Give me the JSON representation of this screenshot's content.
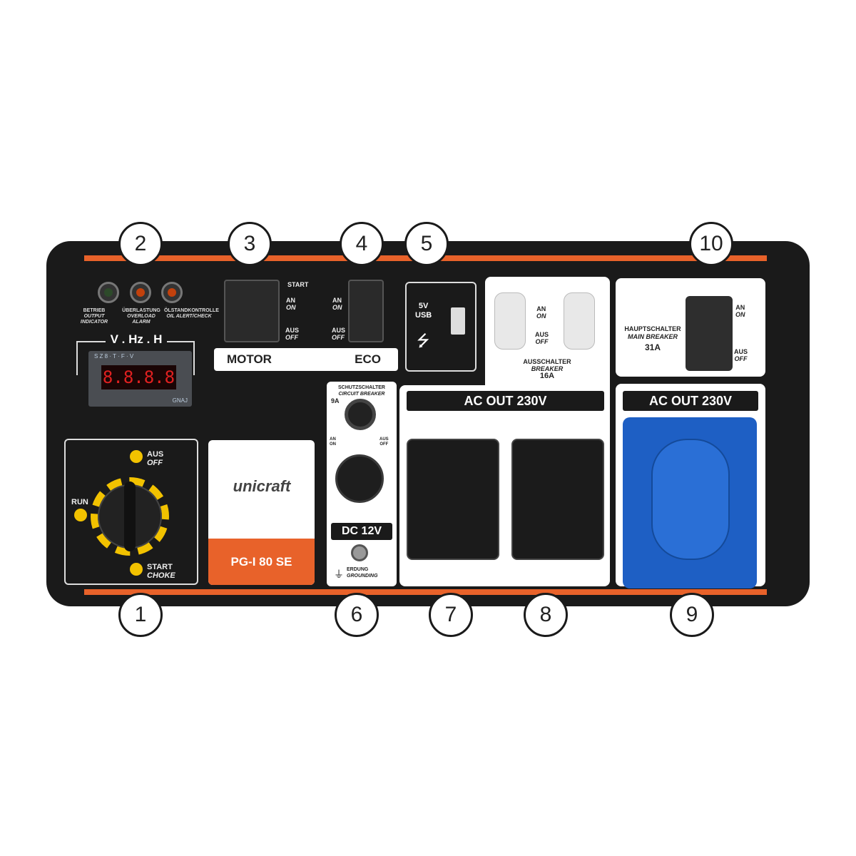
{
  "callouts": [
    "1",
    "2",
    "3",
    "4",
    "5",
    "6",
    "7",
    "8",
    "9",
    "10"
  ],
  "indicators": [
    {
      "de": "BETRIEB",
      "en": "OUTPUT INDICATOR",
      "color": "#2d4a2a"
    },
    {
      "de": "ÜBERLASTUNG",
      "en": "OVERLOAD ALARM",
      "color": "#c2410c"
    },
    {
      "de": "ÖLSTANDKONTROLLE",
      "en": "OIL ALERT/CHECK",
      "color": "#c2410c"
    }
  ],
  "meter": {
    "title": "V . Hz . H",
    "top": "S Z 8 · T · F · V",
    "digits": "8.8.8.8",
    "brand": "GNAJ"
  },
  "motor_switch": {
    "start": "START",
    "on_de": "AN",
    "on_en": "ON",
    "off_de": "AUS",
    "off_en": "OFF",
    "label": "MOTOR"
  },
  "eco_switch": {
    "on_de": "AN",
    "on_en": "ON",
    "off_de": "AUS",
    "off_en": "OFF",
    "label": "ECO"
  },
  "usb": {
    "label1": "5V",
    "label2": "USB"
  },
  "choke": {
    "off_de": "AUS",
    "off_en": "OFF",
    "run": "RUN",
    "start_de": "START",
    "start_en": "CHOKE",
    "accent": "#f2c200"
  },
  "brand": {
    "logo": "unicraft",
    "model": "PG-I 80 SE",
    "accent": "#e8622a"
  },
  "dc": {
    "breaker_de": "SCHUTZSCHALTER",
    "breaker_en": "CIRCUIT BREAKER",
    "amps": "9A",
    "on_de": "AN",
    "on_en": "ON",
    "off_de": "AUS",
    "off_en": "OFF",
    "label": "DC 12V",
    "ground_de": "ERDUNG",
    "ground_en": "GROUNDING"
  },
  "ac_breakers": {
    "on_de": "AN",
    "on_en": "ON",
    "off_de": "AUS",
    "off_en": "OFF",
    "de": "AUSSCHALTER",
    "en": "BREAKER",
    "amps": "16A",
    "label": "AC  OUT 230V"
  },
  "main_breaker": {
    "de": "HAUPTSCHALTER",
    "en": "MAIN BREAKER",
    "amps": "31A",
    "on_de": "AN",
    "on_en": "ON",
    "off_de": "AUS",
    "off_en": "OFF"
  },
  "ac_cee": {
    "label": "AC  OUT 230V",
    "color": "#1e5fc4"
  }
}
